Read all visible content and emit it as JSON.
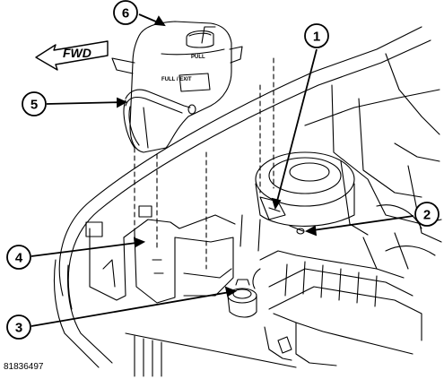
{
  "direction_label": "FWD",
  "figure_id": "81836497",
  "reservoir_cap_text": "PULL",
  "reservoir_label_text": "FULL / EXIT",
  "callouts": [
    "1",
    "2",
    "3",
    "4",
    "5",
    "6"
  ]
}
